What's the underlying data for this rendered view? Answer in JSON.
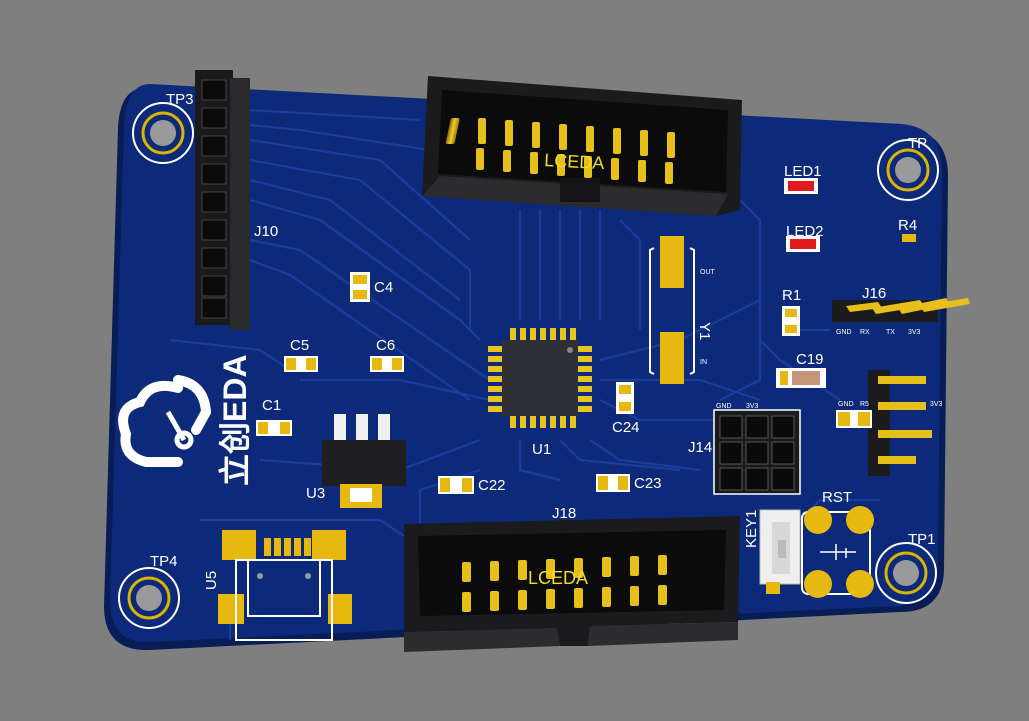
{
  "colors": {
    "background": "#7f7f80",
    "board": "#0d2a7a",
    "board_edge": "#081c55",
    "trace": "#1a3a9a",
    "silk": "#ffffff",
    "gold": "#d9b400",
    "header": "#1d1d1f",
    "led_red": "#e01a1a",
    "text_yellow": "#f2dc2a"
  },
  "labels": {
    "tp1": "TP1",
    "tp2": "TP",
    "tp3": "TP3",
    "tp4": "TP4",
    "j10": "J10",
    "j14": "J14",
    "j16": "J16",
    "j18": "J18",
    "u1": "U1",
    "u3": "U3",
    "u5": "U5",
    "c1": "C1",
    "c4": "C4",
    "c5": "C5",
    "c6": "C6",
    "c19": "C19",
    "c22": "C22",
    "c23": "C23",
    "c24": "C24",
    "led1": "LED1",
    "led2": "LED2",
    "r1": "R1",
    "r4": "R4",
    "y1": "Y1",
    "y1_out": "OUT",
    "y1_in": "IN",
    "key1": "KEY1",
    "rst": "RST",
    "lceda_top": "LCEDA",
    "lceda_bottom": "LCEDA",
    "brand": "立创EDA",
    "j14_gnd": "GND",
    "j14_3v3": "3V3",
    "j16_gnd": "GND",
    "j16_rx": "RX",
    "j16_tx": "TX",
    "j16_3v3": "3V3",
    "j15_gnd": "GND",
    "j15_r": "R5",
    "j15_3v3": "3V3"
  }
}
